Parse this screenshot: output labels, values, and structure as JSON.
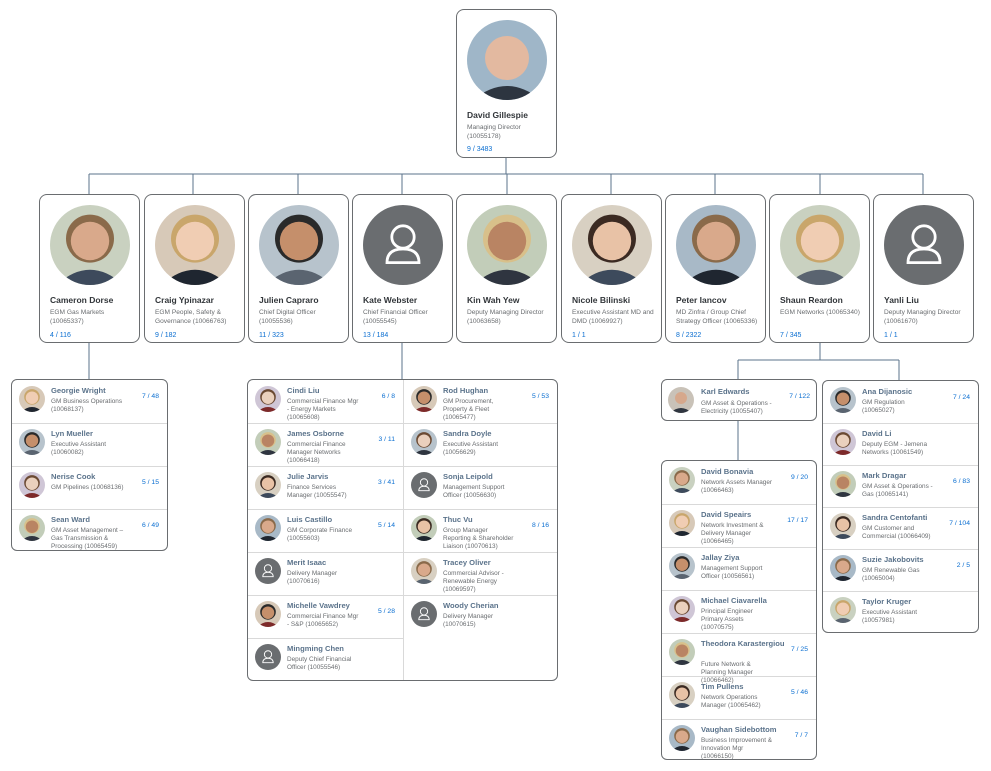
{
  "root": {
    "name": "David Gillespie",
    "role": "Managing Director (10055178)",
    "count": "9 / 3483",
    "photo": "photo"
  },
  "level1": [
    {
      "name": "Cameron Dorse",
      "role": "EGM Gas Markets (10065337)",
      "count": "4 / 116",
      "photo": "photo"
    },
    {
      "name": "Craig Ypinazar",
      "role": "EGM People, Safety & Governance (10066763)",
      "count": "9 / 182",
      "photo": "photo"
    },
    {
      "name": "Julien Capraro",
      "role": "Chief Digital Officer (10055536)",
      "count": "11 / 323",
      "photo": "photo"
    },
    {
      "name": "Kate Webster",
      "role": "Chief Financial Officer (10055545)",
      "count": "13 / 184",
      "photo": "placeholder-person-icon"
    },
    {
      "name": "Kin Wah Yew",
      "role": "Deputy Managing Director (10063658)",
      "count": "",
      "photo": "photo"
    },
    {
      "name": "Nicole Bilinski",
      "role": "Executive Assistant MD and DMD (10069927)",
      "count": "1 / 1",
      "photo": "photo"
    },
    {
      "name": "Peter Iancov",
      "role": "MD Zinfra / Group Chief Strategy Officer (10065336)",
      "count": "8 / 2322",
      "photo": "photo"
    },
    {
      "name": "Shaun Reardon",
      "role": "EGM Networks (10065340)",
      "count": "7 / 345",
      "photo": "photo"
    },
    {
      "name": "Yanli Liu",
      "role": "Deputy Managing Director (10061670)",
      "count": "1 / 1",
      "photo": "placeholder-person-icon"
    }
  ],
  "cameron_team": [
    {
      "name": "Georgie Wright",
      "role": "GM Business Operations (10068137)",
      "count": "7 / 48"
    },
    {
      "name": "Lyn Mueller",
      "role": "Executive Assistant (10060082)",
      "count": ""
    },
    {
      "name": "Nerise Cook",
      "role": "GM Pipelines (10068136)",
      "count": "5 / 15"
    },
    {
      "name": "Sean Ward",
      "role": "GM Asset Management – Gas Transmission & Processing (10065459)",
      "count": "6 / 49"
    }
  ],
  "kate_team_left": [
    {
      "name": "Cindi Liu",
      "role": "Commercial Finance Mgr - Energy Markets (10065608)",
      "count": "6 / 8",
      "photo": "photo"
    },
    {
      "name": "James Osborne",
      "role": "Commercial Finance Manager Networks (10066418)",
      "count": "3 / 11",
      "photo": "photo"
    },
    {
      "name": "Julie Jarvis",
      "role": "Finance Services Manager (10055547)",
      "count": "3 / 41",
      "photo": "photo"
    },
    {
      "name": "Luis Castillo",
      "role": "GM Corporate Finance (10055603)",
      "count": "5 / 14",
      "photo": "photo"
    },
    {
      "name": "Merit Isaac",
      "role": "Delivery Manager (10070616)",
      "count": "",
      "photo": "placeholder-person-icon"
    },
    {
      "name": "Michelle Vawdrey",
      "role": "Commercial Finance Mgr - S&P (10065652)",
      "count": "5 / 28",
      "photo": "photo"
    },
    {
      "name": "Mingming Chen",
      "role": "Deputy Chief Financial Officer (10055546)",
      "count": "",
      "photo": "placeholder-person-icon"
    }
  ],
  "kate_team_right": [
    {
      "name": "Rod Hughan",
      "role": "GM Procurement, Property & Fleet (10065477)",
      "count": "5 / 53",
      "photo": "photo"
    },
    {
      "name": "Sandra Doyle",
      "role": "Executive Assistant (10056629)",
      "count": "",
      "photo": "photo"
    },
    {
      "name": "Sonja Leipold",
      "role": "Management Support Officer (10056630)",
      "count": "",
      "photo": "placeholder-person-icon"
    },
    {
      "name": "Thuc Vu",
      "role": "Group Manager Reporting & Shareholder Liaison (10070613)",
      "count": "8 / 16",
      "photo": "photo"
    },
    {
      "name": "Tracey Oliver",
      "role": "Commercial Advisor - Renewable Energy (10069597)",
      "count": "",
      "photo": "photo"
    },
    {
      "name": "Woody Cherian",
      "role": "Delivery Manager (10070615)",
      "count": "",
      "photo": "placeholder-person-icon"
    }
  ],
  "karl": {
    "name": "Karl Edwards",
    "role": "GM Asset & Operations - Electricity (10055407)",
    "count": "7 / 122"
  },
  "karl_team": [
    {
      "name": "David Bonavia",
      "role": "Network Assets Manager (10066463)",
      "count": "9 / 20"
    },
    {
      "name": "David Speairs",
      "role": "Network Investment & Delivery Manager (10066465)",
      "count": "17 / 17"
    },
    {
      "name": "Jallay Ziya",
      "role": "Management Support Officer (10056561)",
      "count": ""
    },
    {
      "name": "Michael Ciavarella",
      "role": "Principal Engineer Primary Assets (10070575)",
      "count": ""
    },
    {
      "name": "Theodora Karastergiou",
      "role": "Future Network & Planning Manager (10066462)",
      "count": "7 / 25"
    },
    {
      "name": "Tim Pullens",
      "role": "Network Operations Manager (10065462)",
      "count": "5 / 46"
    },
    {
      "name": "Vaughan Sidebottom",
      "role": "Business Improvement & Innovation Mgr (10066150)",
      "count": "7 / 7"
    }
  ],
  "shaun_team": [
    {
      "name": "Ana Dijanosic",
      "role": "GM Regulation (10065027)",
      "count": "7 / 24"
    },
    {
      "name": "David Li",
      "role": "Deputy EGM - Jemena Networks (10061549)",
      "count": ""
    },
    {
      "name": "Mark Dragar",
      "role": "GM Asset & Operations - Gas (10065141)",
      "count": "6 / 83"
    },
    {
      "name": "Sandra Centofanti",
      "role": "GM Customer and Commercial (10066409)",
      "count": "7 / 104"
    },
    {
      "name": "Suzie Jakobovits",
      "role": "GM Renewable Gas (10065004)",
      "count": "2 / 5"
    },
    {
      "name": "Taylor Kruger",
      "role": "Executive Assistant (10057981)",
      "count": ""
    }
  ],
  "colors": {
    "accent": "#0a6ed1",
    "name": "#5b738b",
    "line": "#5b738b",
    "placeholder": "#6a6d70"
  }
}
